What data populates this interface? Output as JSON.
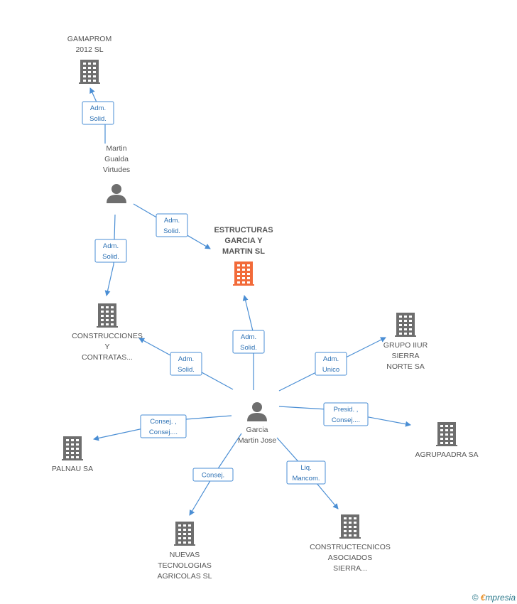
{
  "colors": {
    "edge": "#4a8ed4",
    "building": "#6e6e6e",
    "building_main": "#f26b3a",
    "person": "#6e6e6e"
  },
  "nodes": [
    {
      "id": "gamaprom",
      "type": "company",
      "label": [
        "GAMAPROM",
        "2012 SL"
      ],
      "icon": "building-icon"
    },
    {
      "id": "martin",
      "type": "person",
      "label": [
        "Martin",
        "Gualda",
        "Virtudes"
      ],
      "icon": "person-icon"
    },
    {
      "id": "estructuras",
      "type": "company",
      "main": true,
      "label": [
        "ESTRUCTURAS",
        "GARCIA Y",
        "MARTIN SL"
      ],
      "icon": "building-icon"
    },
    {
      "id": "construcciones",
      "type": "company",
      "label": [
        "CONSTRUCCIONES",
        "Y",
        "CONTRATAS..."
      ],
      "icon": "building-icon"
    },
    {
      "id": "garcia",
      "type": "person",
      "label": [
        "Garcia",
        "Martin Jose"
      ],
      "icon": "person-icon"
    },
    {
      "id": "grupo",
      "type": "company",
      "label": [
        "GRUPO IIUR",
        "SIERRA",
        "NORTE SA"
      ],
      "icon": "building-icon"
    },
    {
      "id": "agrupaadra",
      "type": "company",
      "label": [
        "AGRUPAADRA SA"
      ],
      "icon": "building-icon"
    },
    {
      "id": "palnau",
      "type": "company",
      "label": [
        "PALNAU SA"
      ],
      "icon": "building-icon"
    },
    {
      "id": "nuevas",
      "type": "company",
      "label": [
        "NUEVAS",
        "TECNOLOGIAS",
        "AGRICOLAS SL"
      ],
      "icon": "building-icon"
    },
    {
      "id": "constructecnicos",
      "type": "company",
      "label": [
        "CONSTRUCTECNICOS",
        "ASOCIADOS",
        "SIERRA..."
      ],
      "icon": "building-icon"
    }
  ],
  "edges": [
    {
      "from": "martin",
      "to": "gamaprom",
      "label": [
        "Adm.",
        "Solid."
      ]
    },
    {
      "from": "martin",
      "to": "estructuras",
      "label": [
        "Adm.",
        "Solid."
      ]
    },
    {
      "from": "martin",
      "to": "construcciones",
      "label": [
        "Adm.",
        "Solid."
      ]
    },
    {
      "from": "garcia",
      "to": "estructuras",
      "label": [
        "Adm.",
        "Solid."
      ]
    },
    {
      "from": "garcia",
      "to": "construcciones",
      "label": [
        "Adm.",
        "Solid."
      ]
    },
    {
      "from": "garcia",
      "to": "grupo",
      "label": [
        "Adm.",
        "Unico"
      ]
    },
    {
      "from": "garcia",
      "to": "agrupaadra",
      "label": [
        "Presid. ,",
        "Consej...."
      ]
    },
    {
      "from": "garcia",
      "to": "palnau",
      "label": [
        "Consej. ,",
        "Consej...."
      ]
    },
    {
      "from": "garcia",
      "to": "nuevas",
      "label": [
        "Consej."
      ]
    },
    {
      "from": "garcia",
      "to": "constructecnicos",
      "label": [
        "Liq.",
        "Mancom."
      ]
    }
  ],
  "watermark": {
    "symbol": "©",
    "brand_initial": "€",
    "brand_rest": "mpresia"
  }
}
